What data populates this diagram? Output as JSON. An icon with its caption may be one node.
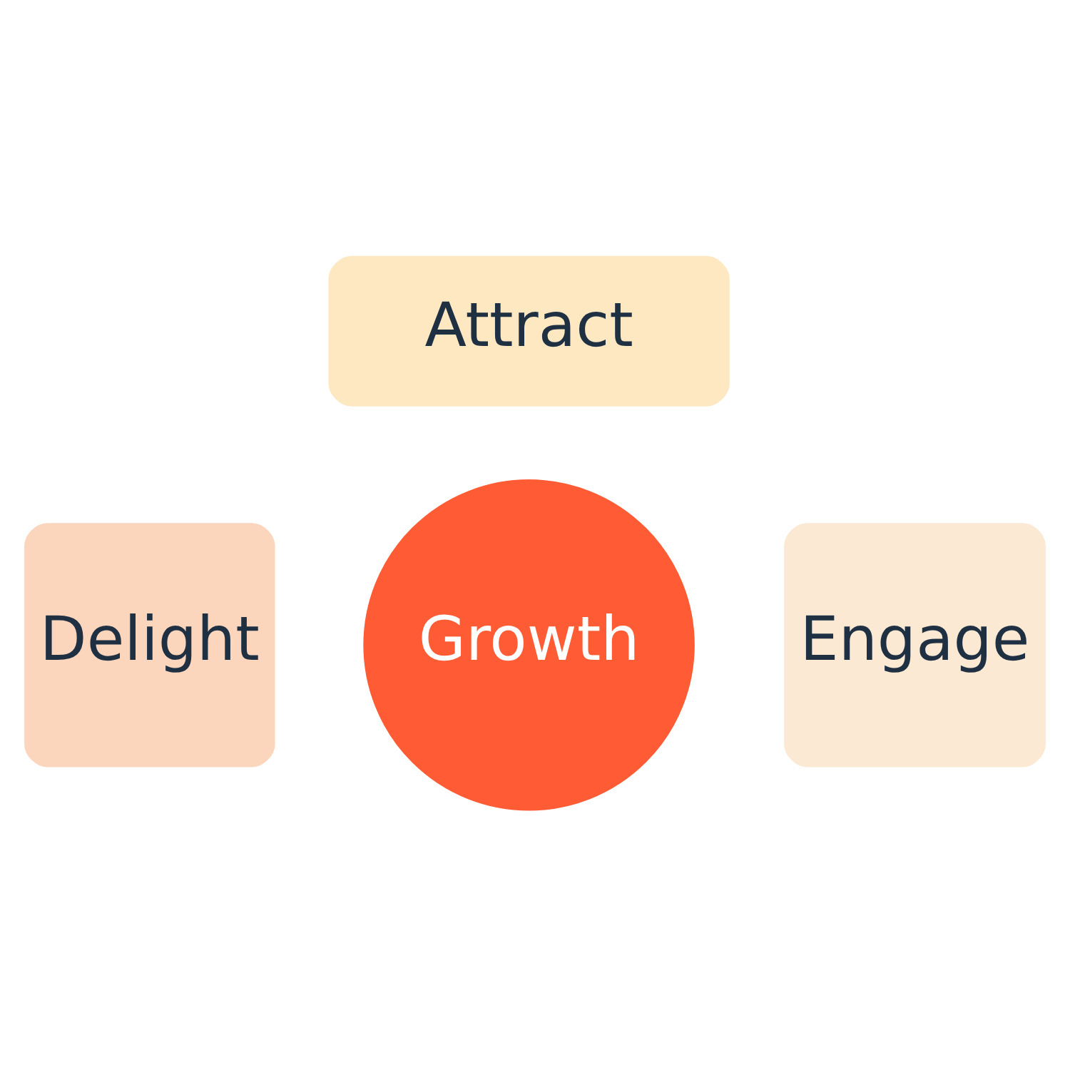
{
  "diagram": {
    "nodes": [
      {
        "text": [
          "Attract"
        ]
      },
      {
        "text": [
          "Delight"
        ]
      },
      {
        "text": [
          "Growth"
        ]
      },
      {
        "text": [
          "Engage"
        ]
      }
    ],
    "edges": []
  }
}
